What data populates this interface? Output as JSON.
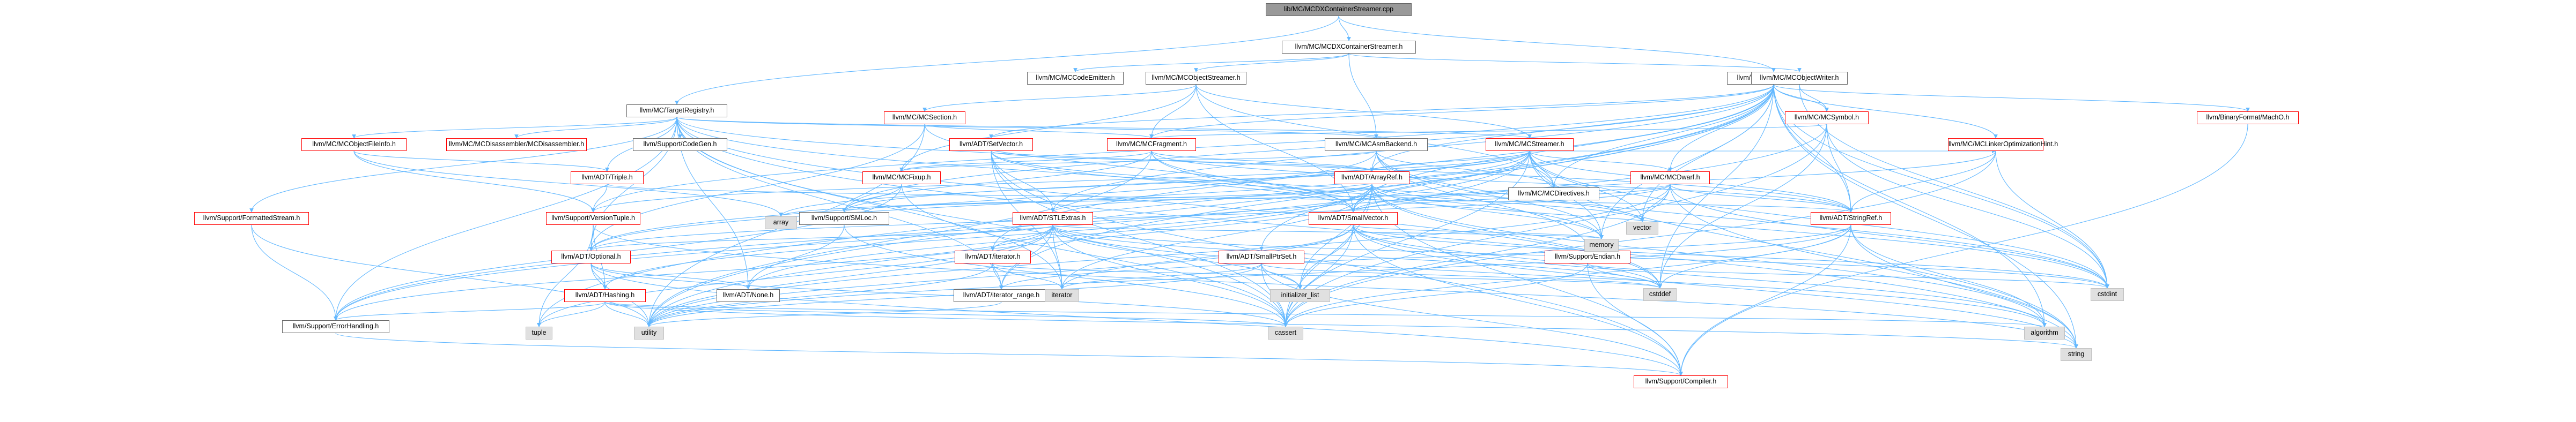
{
  "diagram": {
    "type": "include-dependency-graph",
    "colors": {
      "edge": "#63b8ff",
      "node_border": "#666666",
      "incomplete_border": "#ff0000",
      "system_fill": "#e0e0e0",
      "root_fill": "#999999"
    },
    "nodes": [
      {
        "id": "root",
        "label": "lib/MC/MCDXContainerStreamer.cpp",
        "style": "root"
      },
      {
        "id": "dxcs",
        "label": "llvm/MC/MCDXContainerStreamer.h",
        "style": "normal"
      },
      {
        "id": "asm",
        "label": "llvm/MC/MCAssembler.h",
        "style": "normal"
      },
      {
        "id": "treg",
        "label": "llvm/MC/TargetRegistry.h",
        "style": "normal"
      },
      {
        "id": "cemit",
        "label": "llvm/MC/MCCodeEmitter.h",
        "style": "normal"
      },
      {
        "id": "ostr",
        "label": "llvm/MC/MCObjectStreamer.h",
        "style": "normal"
      },
      {
        "id": "owr",
        "label": "llvm/MC/MCObjectWriter.h",
        "style": "normal"
      },
      {
        "id": "sym",
        "label": "llvm/MC/MCSymbol.h",
        "style": "red"
      },
      {
        "id": "macho",
        "label": "llvm/BinaryFormat/MachO.h",
        "style": "red"
      },
      {
        "id": "sect",
        "label": "llvm/MC/MCSection.h",
        "style": "red"
      },
      {
        "id": "ofi",
        "label": "llvm/MC/MCObjectFileInfo.h",
        "style": "red"
      },
      {
        "id": "disas",
        "label": "llvm/MC/MCDisassembler/MCDisassembler.h",
        "style": "red"
      },
      {
        "id": "cgen",
        "label": "llvm/Support/CodeGen.h",
        "style": "normal"
      },
      {
        "id": "setv",
        "label": "llvm/ADT/SetVector.h",
        "style": "red"
      },
      {
        "id": "frag",
        "label": "llvm/MC/MCFragment.h",
        "style": "red"
      },
      {
        "id": "asmb",
        "label": "llvm/MC/MCAsmBackend.h",
        "style": "normal"
      },
      {
        "id": "streamer",
        "label": "llvm/MC/MCStreamer.h",
        "style": "red"
      },
      {
        "id": "linker",
        "label": "llvm/MC/MCLinkerOptimizationHint.h",
        "style": "red"
      },
      {
        "id": "triple",
        "label": "llvm/ADT/Triple.h",
        "style": "red"
      },
      {
        "id": "fixup",
        "label": "llvm/MC/MCFixup.h",
        "style": "red"
      },
      {
        "id": "arrayref",
        "label": "llvm/ADT/ArrayRef.h",
        "style": "red"
      },
      {
        "id": "directives",
        "label": "llvm/MC/MCDirectives.h",
        "style": "normal"
      },
      {
        "id": "dwarf",
        "label": "llvm/MC/MCDwarf.h",
        "style": "red"
      },
      {
        "id": "fstream",
        "label": "llvm/Support/FormattedStream.h",
        "style": "red"
      },
      {
        "id": "vtuple",
        "label": "llvm/Support/VersionTuple.h",
        "style": "red"
      },
      {
        "id": "smloc",
        "label": "llvm/Support/SMLoc.h",
        "style": "normal"
      },
      {
        "id": "stlextras",
        "label": "llvm/ADT/STLExtras.h",
        "style": "red"
      },
      {
        "id": "smallvec",
        "label": "llvm/ADT/SmallVector.h",
        "style": "red"
      },
      {
        "id": "stringref",
        "label": "llvm/ADT/StringRef.h",
        "style": "red"
      },
      {
        "id": "optional",
        "label": "llvm/ADT/Optional.h",
        "style": "red"
      },
      {
        "id": "iterator",
        "label": "llvm/ADT/iterator.h",
        "style": "red"
      },
      {
        "id": "smallptrset",
        "label": "llvm/ADT/SmallPtrSet.h",
        "style": "red"
      },
      {
        "id": "endian",
        "label": "llvm/Support/Endian.h",
        "style": "red"
      },
      {
        "id": "hashing",
        "label": "llvm/ADT/Hashing.h",
        "style": "red"
      },
      {
        "id": "none",
        "label": "llvm/ADT/None.h",
        "style": "normal"
      },
      {
        "id": "iterrange",
        "label": "llvm/ADT/iterator_range.h",
        "style": "normal"
      },
      {
        "id": "errh",
        "label": "llvm/Support/ErrorHandling.h",
        "style": "normal"
      },
      {
        "id": "compiler",
        "label": "llvm/Support/Compiler.h",
        "style": "red"
      },
      {
        "id": "array",
        "label": "array",
        "style": "gray"
      },
      {
        "id": "vector",
        "label": "vector",
        "style": "gray"
      },
      {
        "id": "memory",
        "label": "memory",
        "style": "gray"
      },
      {
        "id": "cstdint",
        "label": "cstdint",
        "style": "gray"
      },
      {
        "id": "cstddef",
        "label": "cstddef",
        "style": "gray"
      },
      {
        "id": "iteratorstd",
        "label": "iterator",
        "style": "gray"
      },
      {
        "id": "initlist",
        "label": "initializer_list",
        "style": "gray"
      },
      {
        "id": "cassert",
        "label": "cassert",
        "style": "gray"
      },
      {
        "id": "algorithm",
        "label": "algorithm",
        "style": "gray"
      },
      {
        "id": "string",
        "label": "string",
        "style": "gray"
      },
      {
        "id": "tuple",
        "label": "tuple",
        "style": "gray"
      },
      {
        "id": "utility",
        "label": "utility",
        "style": "gray"
      }
    ],
    "edges": [
      [
        "root",
        "dxcs"
      ],
      [
        "root",
        "asm"
      ],
      [
        "root",
        "treg"
      ],
      [
        "dxcs",
        "cemit"
      ],
      [
        "dxcs",
        "ostr"
      ],
      [
        "dxcs",
        "owr"
      ],
      [
        "dxcs",
        "asmb"
      ],
      [
        "ostr",
        "sect"
      ],
      [
        "ostr",
        "frag"
      ],
      [
        "ostr",
        "streamer"
      ],
      [
        "ostr",
        "smallvec"
      ],
      [
        "ostr",
        "fixup"
      ],
      [
        "ostr",
        "directives"
      ],
      [
        "owr",
        "sym"
      ],
      [
        "owr",
        "cstdint"
      ],
      [
        "asm",
        "sym"
      ],
      [
        "asm",
        "macho"
      ],
      [
        "asm",
        "linker"
      ],
      [
        "asm",
        "setv"
      ],
      [
        "asm",
        "frag"
      ],
      [
        "asm",
        "arrayref"
      ],
      [
        "asm",
        "dwarf"
      ],
      [
        "asm",
        "directives"
      ],
      [
        "asm",
        "smallvec"
      ],
      [
        "asm",
        "smallptrset"
      ],
      [
        "asm",
        "stlextras"
      ],
      [
        "asm",
        "stringref"
      ],
      [
        "asm",
        "iterator"
      ],
      [
        "asm",
        "iterrange"
      ],
      [
        "asm",
        "smloc"
      ],
      [
        "asm",
        "vtuple"
      ],
      [
        "asm",
        "vector"
      ],
      [
        "asm",
        "memory"
      ],
      [
        "asm",
        "cstddef"
      ],
      [
        "asm",
        "cstdint"
      ],
      [
        "asm",
        "algorithm"
      ],
      [
        "asm",
        "string"
      ],
      [
        "asm",
        "tuple"
      ],
      [
        "asm",
        "utility"
      ],
      [
        "treg",
        "ofi"
      ],
      [
        "treg",
        "disas"
      ],
      [
        "treg",
        "cgen"
      ],
      [
        "treg",
        "triple"
      ],
      [
        "treg",
        "fstream"
      ],
      [
        "treg",
        "errh"
      ],
      [
        "treg",
        "optional"
      ],
      [
        "treg",
        "stringref"
      ],
      [
        "treg",
        "iterrange"
      ],
      [
        "treg",
        "asmb"
      ],
      [
        "treg",
        "streamer"
      ],
      [
        "treg",
        "cassert"
      ],
      [
        "treg",
        "cstddef"
      ],
      [
        "treg",
        "iteratorstd"
      ],
      [
        "treg",
        "memory"
      ],
      [
        "treg",
        "string"
      ],
      [
        "treg",
        "none"
      ],
      [
        "sym",
        "frag"
      ],
      [
        "sym",
        "stringref"
      ],
      [
        "sym",
        "errh"
      ],
      [
        "sym",
        "cassert"
      ],
      [
        "sym",
        "cstddef"
      ],
      [
        "sym",
        "cstdint"
      ],
      [
        "macho",
        "compiler"
      ],
      [
        "sect",
        "frag"
      ],
      [
        "sect",
        "smallvec"
      ],
      [
        "sect",
        "optional"
      ],
      [
        "sect",
        "utility"
      ],
      [
        "ofi",
        "triple"
      ],
      [
        "ofi",
        "vtuple"
      ],
      [
        "ofi",
        "array"
      ],
      [
        "setv",
        "arrayref"
      ],
      [
        "setv",
        "stlextras"
      ],
      [
        "setv",
        "smallvec"
      ],
      [
        "setv",
        "compiler"
      ],
      [
        "setv",
        "cassert"
      ],
      [
        "setv",
        "iteratorstd"
      ],
      [
        "setv",
        "vector"
      ],
      [
        "frag",
        "arrayref"
      ],
      [
        "frag",
        "smallvec"
      ],
      [
        "frag",
        "stringref"
      ],
      [
        "frag",
        "fixup"
      ],
      [
        "frag",
        "smloc"
      ],
      [
        "frag",
        "cstdint"
      ],
      [
        "frag",
        "utility"
      ],
      [
        "asmb",
        "arrayref"
      ],
      [
        "asmb",
        "directives"
      ],
      [
        "asmb",
        "fixup"
      ],
      [
        "asmb",
        "endian"
      ],
      [
        "asmb",
        "optional"
      ],
      [
        "asmb",
        "cstdint"
      ],
      [
        "asmb",
        "memory"
      ],
      [
        "streamer",
        "arrayref"
      ],
      [
        "streamer",
        "optional"
      ],
      [
        "streamer",
        "smallvec"
      ],
      [
        "streamer",
        "stringref"
      ],
      [
        "streamer",
        "directives"
      ],
      [
        "streamer",
        "dwarf"
      ],
      [
        "streamer",
        "linker"
      ],
      [
        "streamer",
        "smloc"
      ],
      [
        "streamer",
        "vtuple"
      ],
      [
        "streamer",
        "errh"
      ],
      [
        "streamer",
        "cassert"
      ],
      [
        "streamer",
        "cstdint"
      ],
      [
        "streamer",
        "memory"
      ],
      [
        "streamer",
        "string"
      ],
      [
        "streamer",
        "utility"
      ],
      [
        "streamer",
        "vector"
      ],
      [
        "streamer",
        "array"
      ],
      [
        "linker",
        "smallvec"
      ],
      [
        "linker",
        "stringref"
      ],
      [
        "linker",
        "cassert"
      ],
      [
        "linker",
        "cstdint"
      ],
      [
        "triple",
        "vtuple"
      ],
      [
        "triple",
        "stringref"
      ],
      [
        "fixup",
        "smloc"
      ],
      [
        "fixup",
        "errh"
      ],
      [
        "fixup",
        "cassert"
      ],
      [
        "arrayref",
        "hashing"
      ],
      [
        "arrayref",
        "none"
      ],
      [
        "arrayref",
        "smallvec"
      ],
      [
        "arrayref",
        "stlextras"
      ],
      [
        "arrayref",
        "compiler"
      ],
      [
        "arrayref",
        "algorithm"
      ],
      [
        "arrayref",
        "array"
      ],
      [
        "arrayref",
        "cassert"
      ],
      [
        "arrayref",
        "cstddef"
      ],
      [
        "arrayref",
        "initlist"
      ],
      [
        "arrayref",
        "iteratorstd"
      ],
      [
        "arrayref",
        "memory"
      ],
      [
        "arrayref",
        "vector"
      ],
      [
        "dwarf",
        "optional"
      ],
      [
        "dwarf",
        "smallvec"
      ],
      [
        "dwarf",
        "stringref"
      ],
      [
        "dwarf",
        "smloc"
      ],
      [
        "dwarf",
        "cassert"
      ],
      [
        "dwarf",
        "cstdint"
      ],
      [
        "dwarf",
        "string"
      ],
      [
        "dwarf",
        "utility"
      ],
      [
        "dwarf",
        "vector"
      ],
      [
        "fstream",
        "errh"
      ],
      [
        "fstream",
        "utility"
      ],
      [
        "vtuple",
        "optional"
      ],
      [
        "vtuple",
        "hashing"
      ],
      [
        "vtuple",
        "tuple"
      ],
      [
        "vtuple",
        "string"
      ],
      [
        "smloc",
        "none"
      ],
      [
        "smloc",
        "cassert"
      ],
      [
        "stlextras",
        "optional"
      ],
      [
        "stlextras",
        "iterator"
      ],
      [
        "stlextras",
        "iterrange"
      ],
      [
        "stlextras",
        "errh"
      ],
      [
        "stlextras",
        "cassert"
      ],
      [
        "stlextras",
        "algorithm"
      ],
      [
        "stlextras",
        "cstddef"
      ],
      [
        "stlextras",
        "cstdint"
      ],
      [
        "stlextras",
        "initlist"
      ],
      [
        "stlextras",
        "iteratorstd"
      ],
      [
        "stlextras",
        "memory"
      ],
      [
        "stlextras",
        "tuple"
      ],
      [
        "stlextras",
        "utility"
      ],
      [
        "smallvec",
        "compiler"
      ],
      [
        "smallvec",
        "cassert"
      ],
      [
        "smallvec",
        "cstddef"
      ],
      [
        "smallvec",
        "cstdint"
      ],
      [
        "smallvec",
        "algorithm"
      ],
      [
        "smallvec",
        "initlist"
      ],
      [
        "smallvec",
        "iteratorstd"
      ],
      [
        "smallvec",
        "memory"
      ],
      [
        "smallvec",
        "string"
      ],
      [
        "smallvec",
        "utility"
      ],
      [
        "stringref",
        "compiler"
      ],
      [
        "stringref",
        "iterrange"
      ],
      [
        "stringref",
        "algorithm"
      ],
      [
        "stringref",
        "cassert"
      ],
      [
        "stringref",
        "cstddef"
      ],
      [
        "stringref",
        "string"
      ],
      [
        "stringref",
        "utility"
      ],
      [
        "optional",
        "none"
      ],
      [
        "optional",
        "hashing"
      ],
      [
        "optional",
        "compiler"
      ],
      [
        "optional",
        "cassert"
      ],
      [
        "optional",
        "utility"
      ],
      [
        "iterator",
        "iterrange"
      ],
      [
        "iterator",
        "cstddef"
      ],
      [
        "iterator",
        "iteratorstd"
      ],
      [
        "iterator",
        "utility"
      ],
      [
        "smallptrset",
        "compiler"
      ],
      [
        "smallptrset",
        "cassert"
      ],
      [
        "smallptrset",
        "cstddef"
      ],
      [
        "smallptrset",
        "iteratorstd"
      ],
      [
        "smallptrset",
        "initlist"
      ],
      [
        "smallptrset",
        "utility"
      ],
      [
        "endian",
        "compiler"
      ],
      [
        "endian",
        "cassert"
      ],
      [
        "endian",
        "cstddef"
      ],
      [
        "endian",
        "cstdint"
      ],
      [
        "hashing",
        "errh"
      ],
      [
        "hashing",
        "algorithm"
      ],
      [
        "hashing",
        "cassert"
      ],
      [
        "hashing",
        "string"
      ],
      [
        "hashing",
        "tuple"
      ],
      [
        "hashing",
        "utility"
      ],
      [
        "iterrange",
        "utility"
      ],
      [
        "errh",
        "compiler"
      ]
    ]
  }
}
